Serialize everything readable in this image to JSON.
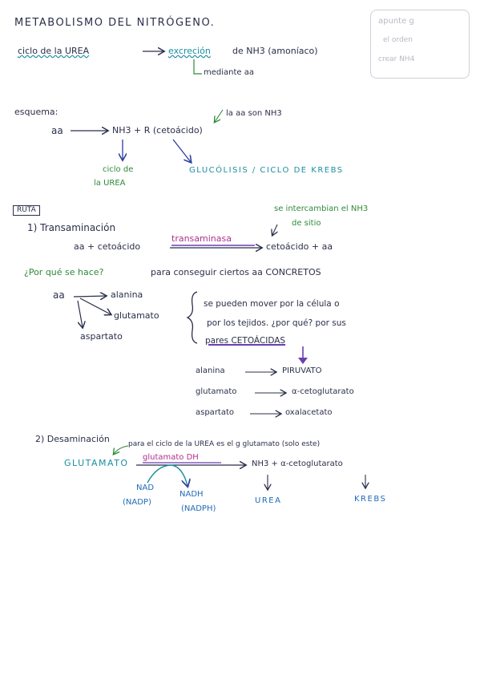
{
  "title": "METABOLISMO DEL NITRÓGENO.",
  "note_box": {
    "lines": [
      "apunte g",
      "el orden",
      "crear NH4"
    ]
  },
  "urea_line": {
    "left": "ciclo de la UREA",
    "mid": "excreción",
    "right": "de NH3 (amoníaco)",
    "sub": "mediante aa"
  },
  "scheme": {
    "label": "esquema:",
    "note": "la aa son NH3",
    "aa": "aa",
    "products": "NH3 + R (cetoácido)",
    "branch1": [
      "ciclo de",
      "la UREA"
    ],
    "branch2": "GLUCÓLISIS / CICLO DE KREBS"
  },
  "ruta": {
    "tag": "RUTA",
    "note": [
      "se intercambian el NH3",
      "de sitio"
    ],
    "step1": "1) Transaminación",
    "reaction_left": "aa + cetoácido",
    "enzyme": "transaminasa",
    "reaction_right": "cetoácido + aa",
    "question": "¿Por qué se hace?",
    "answer": "para conseguir ciertos aa CONCRETOS",
    "aa": "aa",
    "branches": [
      "alanina",
      "glutamato",
      "aspartato"
    ],
    "explain": [
      "se pueden mover por la célula o",
      "por los tejidos. ¿por qué? por sus",
      "pares CETOÁCIDAS"
    ],
    "pairs": [
      {
        "aa": "alanina",
        "keto": "PIRUVATO"
      },
      {
        "aa": "glutamato",
        "keto": "α-cetoglutarato"
      },
      {
        "aa": "aspartato",
        "keto": "oxalacetato"
      }
    ]
  },
  "step2": {
    "title": "2) Desaminación",
    "note": "para el ciclo de la UREA es el g glutamato (solo este)",
    "substrate": "GLUTAMATO",
    "enzyme": "glutamato DH",
    "products": "NH3 + α-cetoglutarato",
    "cofactor_in": [
      "NAD",
      "(NADP)"
    ],
    "cofactor_out": [
      "NADH",
      "(NADPH)"
    ],
    "urea": "UREA",
    "krebs": "KREBS"
  }
}
